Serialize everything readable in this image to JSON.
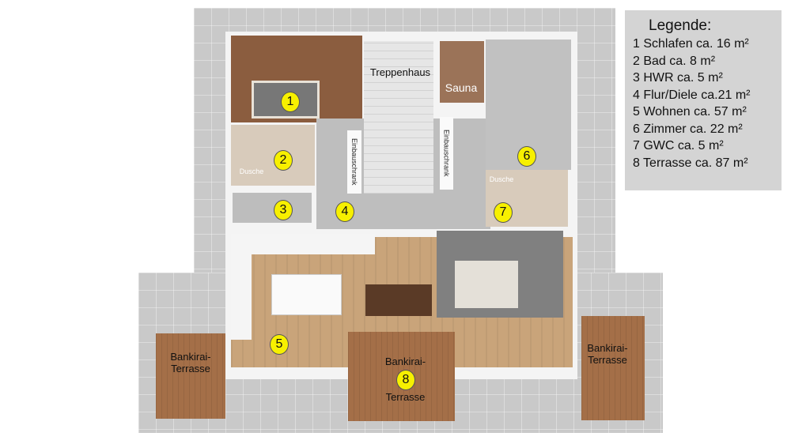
{
  "legend": {
    "title": "Legende:",
    "items": [
      "1 Schlafen ca. 16 m²",
      "2 Bad ca. 8 m²",
      "3 HWR ca. 5 m²",
      "4 Flur/Diele ca.21 m²",
      "5 Wohnen ca. 57 m²",
      "6 Zimmer ca. 22 m²",
      "7 GWC ca. 5 m²",
      "8 Terrasse ca. 87 m²"
    ]
  },
  "rooms": {
    "treppenhaus": "Treppenhaus",
    "sauna": "Sauna",
    "dusche": "Dusche",
    "einbauschrank": "Einbauschrank",
    "terrace_left": [
      "Bankirai-",
      "Terrasse"
    ],
    "terrace_center": [
      "Bankirai-",
      "Terrasse"
    ],
    "terrace_right": [
      "Bankirai-",
      "Terrasse"
    ]
  },
  "markers": [
    "1",
    "2",
    "3",
    "4",
    "5",
    "6",
    "7",
    "8"
  ],
  "colors": {
    "marker": "#f7f000",
    "legend_bg": "#d4d4d4",
    "deck": "#a46f48"
  }
}
